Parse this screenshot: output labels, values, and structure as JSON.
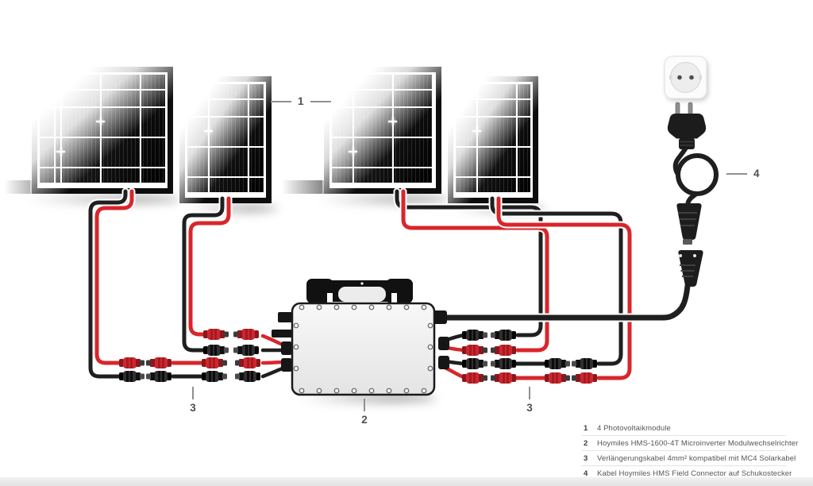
{
  "labels": {
    "panels": "1",
    "inverter": "2",
    "extension_left": "3",
    "extension_right": "3",
    "plug_cable": "4"
  },
  "legend": {
    "items": [
      {
        "num": "1",
        "text": "4 Photovoltaikmodule"
      },
      {
        "num": "2",
        "text": "Hoymiles HMS-1600-4T Microinverter Modulwechselrichter"
      },
      {
        "num": "3",
        "text": "Verlängerungskabel 4mm² kompatibel mit MC4 Solarkabel"
      },
      {
        "num": "4",
        "text": "Kabel Hoymiles HMS Field Connector auf Schukostecker"
      }
    ]
  },
  "colors": {
    "wire_red": "#d8262b",
    "wire_black": "#1f1f1f",
    "connector_red": "#d0262e",
    "inverter_fill": "#f0f0f0"
  }
}
